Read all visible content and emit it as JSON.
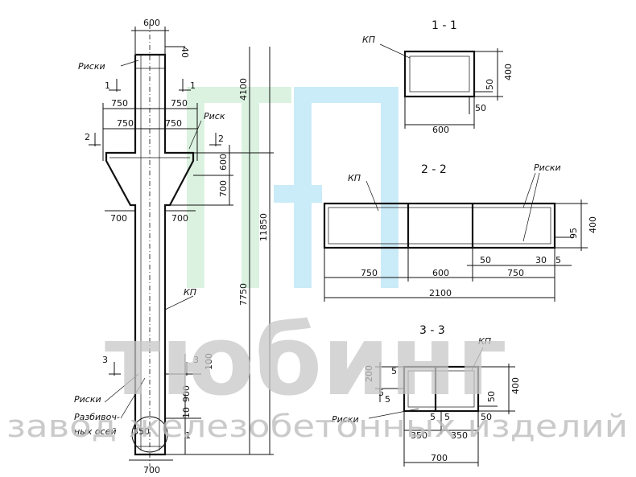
{
  "sections": {
    "s1": "1 - 1",
    "s2": "2 - 2",
    "s3": "3 - 3"
  },
  "labels": {
    "riski": "Риски",
    "risk": "Риск",
    "kp": "КП",
    "razb1": "Разбивоч-",
    "razb2": "ных осей",
    "cut1": "1",
    "cut2": "2",
    "cut3": "3"
  },
  "column_dims": {
    "top_width": "600",
    "top_gap": "40",
    "cut_offset": "750",
    "overall_height": "11850",
    "upper_height": "4100",
    "lower_height": "7750",
    "console_h1": "600",
    "console_h2": "700",
    "console_ext": "700",
    "base_900": "900",
    "base_100": "100",
    "base_10": "10",
    "base_350": "350",
    "base_width": "700"
  },
  "section1_dims": {
    "width": "600",
    "height": "400",
    "d50a": "50",
    "d50b": "50"
  },
  "section2_dims": {
    "height": "400",
    "d95": "95",
    "d50": "50",
    "d30": "30",
    "d5": "5",
    "w750a": "750",
    "w600": "600",
    "w750b": "750",
    "total": "2100"
  },
  "section3_dims": {
    "d200": "200",
    "d5a": "5",
    "d5b": "5",
    "d5c": "5",
    "d5d": "5",
    "d5e": "5",
    "height": "400",
    "d50a": "50",
    "d50b": "50",
    "w350a": "350",
    "w350b": "350",
    "total": "700"
  },
  "watermark": {
    "brand": "тюбинг",
    "tagline": "завод железобетонных изделий"
  }
}
